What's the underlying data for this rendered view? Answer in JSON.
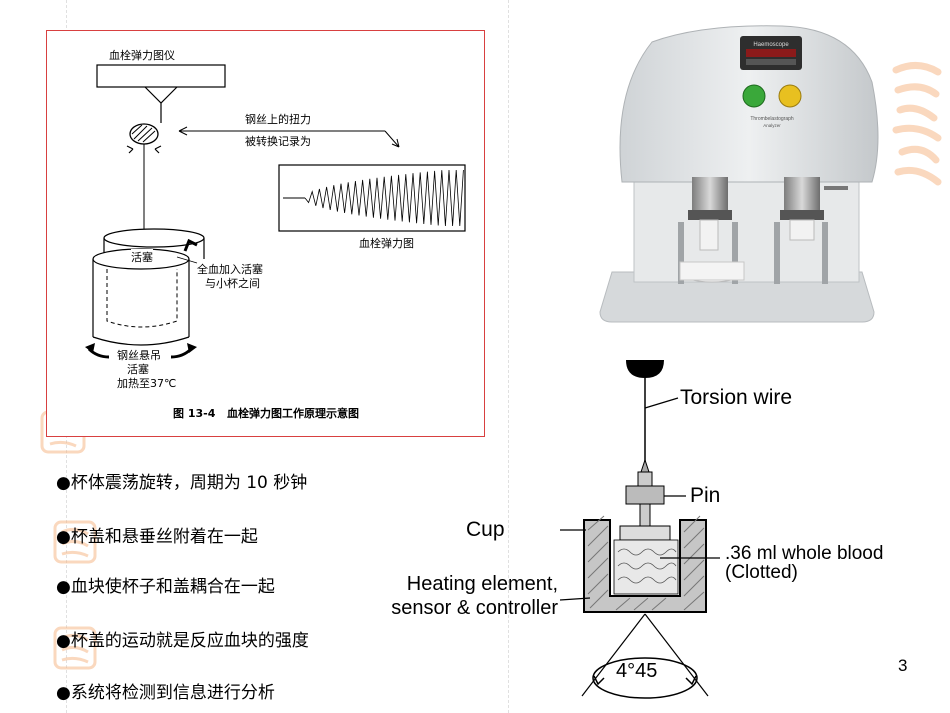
{
  "figure": {
    "device_title": "血栓弹力图仪",
    "torque_line1": "钢丝上的扭力",
    "torque_line2": "被转换记录为",
    "trace_caption": "血栓弹力图",
    "piston_label": "活塞",
    "blood_label_1": "全血加入活塞",
    "blood_label_2": "与小杯之间",
    "suspend_label": "钢丝悬吊",
    "piston_label_2": "活塞",
    "heat_label": "加热至37℃",
    "caption_number": "图 13-4",
    "caption_text": "血栓弹力图工作原理示意图"
  },
  "machine": {
    "brand": "Haemoscope",
    "model": "Thrombelastograph",
    "model_sub": "Analyzer"
  },
  "bullets": [
    "●杯体震荡旋转，周期为 10 秒钟",
    "●杯盖和悬垂丝附着在一起",
    "●血块使杯子和盖耦合在一起",
    "●杯盖的运动就是反应血块的强度",
    "●系统将检测到信息进行分析"
  ],
  "diagram": {
    "torsion_wire": "Torsion wire",
    "pin": "Pin",
    "cup": "Cup",
    "blood_1": ".36 ml whole blood",
    "blood_2": "(Clotted)",
    "heating_1": "Heating element,",
    "heating_2": "sensor & controller",
    "angle": "4°45"
  },
  "page_number": "3",
  "colors": {
    "figure_border": "#d84040",
    "watermark": "#f6b98a",
    "led_green": "#3aa83a",
    "led_yellow": "#e8c020"
  }
}
